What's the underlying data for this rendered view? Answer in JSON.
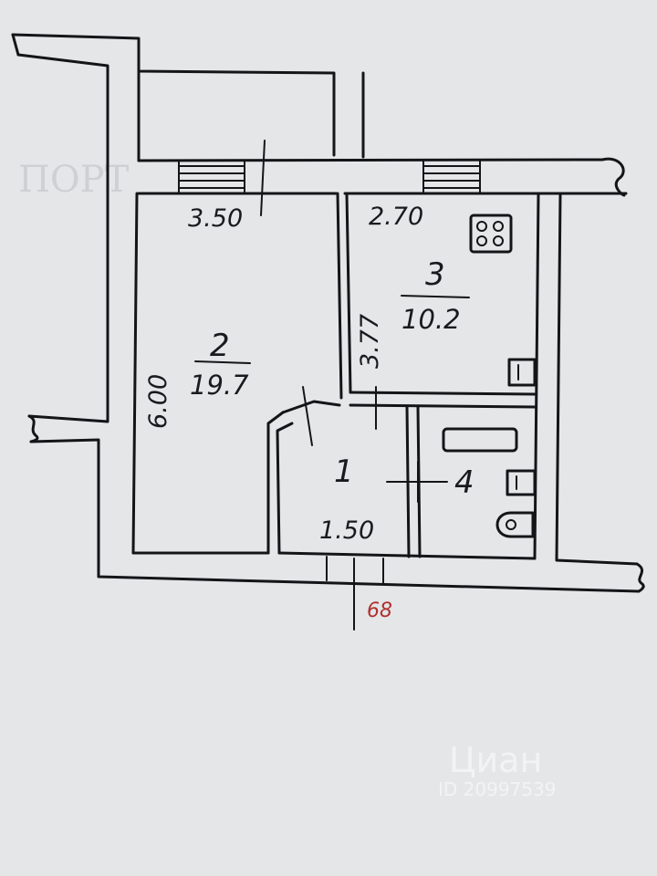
{
  "plan": {
    "dims": {
      "left_width": "3.50",
      "right_width": "2.70",
      "left_height": "6.00",
      "kitchen_height": "3.77",
      "hall_width": "1.50"
    },
    "rooms": [
      {
        "number": "2",
        "area": "19.7"
      },
      {
        "number": "3",
        "area": "10.2"
      },
      {
        "number": "1"
      },
      {
        "number": "4"
      }
    ],
    "annotation": "68"
  },
  "watermark": {
    "brand": "Циан",
    "id": "ID 20997539"
  },
  "colors": {
    "paper": "#e4e6e8",
    "ink": "#151518",
    "annotation": "#b0302f"
  }
}
